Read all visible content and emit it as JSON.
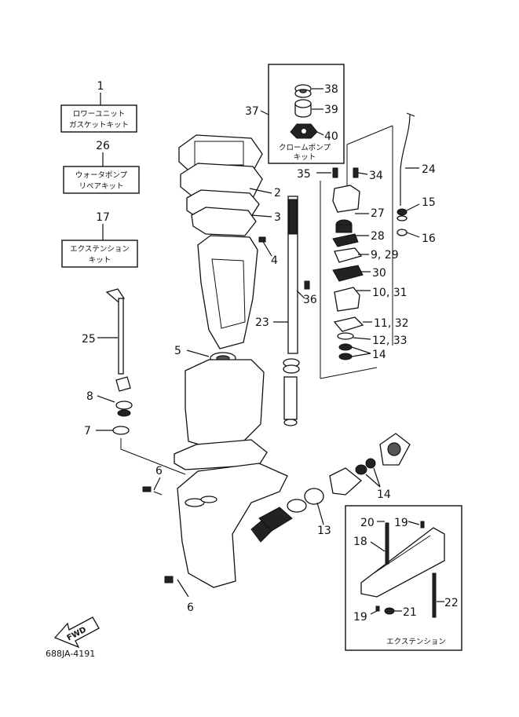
{
  "kits": {
    "gasket": {
      "number": "1",
      "line1": "ロワーユニット",
      "line2": "ガスケットキット"
    },
    "water_pump": {
      "number": "26",
      "line1": "ウォータポンプ",
      "line2": "リペアキット"
    },
    "extension": {
      "number": "17",
      "line1": "エクステンション",
      "line2": "キット"
    },
    "chrome_pump": {
      "number": "37",
      "line1": "クロームポンプ",
      "line2": "キット"
    },
    "extension_box": {
      "caption": "エクステンション"
    }
  },
  "callouts": {
    "p2": "2",
    "p3": "3",
    "p4": "4",
    "p5": "5",
    "p6a": "6",
    "p6b": "6",
    "p7": "7",
    "p8": "8",
    "p13": "13",
    "p14a": "14",
    "p14b": "14",
    "p15": "15",
    "p16": "16",
    "p18": "18",
    "p19a": "19",
    "p19b": "19",
    "p20": "20",
    "p21": "21",
    "p22": "22",
    "p23": "23",
    "p24": "24",
    "p25": "25",
    "p27": "27",
    "p28": "28",
    "p9_29": "9, 29",
    "p30": "30",
    "p10_31": "10, 31",
    "p11_32": "11, 32",
    "p12_33": "12, 33",
    "p34": "34",
    "p35": "35",
    "p36": "36",
    "p38": "38",
    "p39": "39",
    "p40": "40"
  },
  "fwd": "FWD",
  "reference": "688JA-4191"
}
